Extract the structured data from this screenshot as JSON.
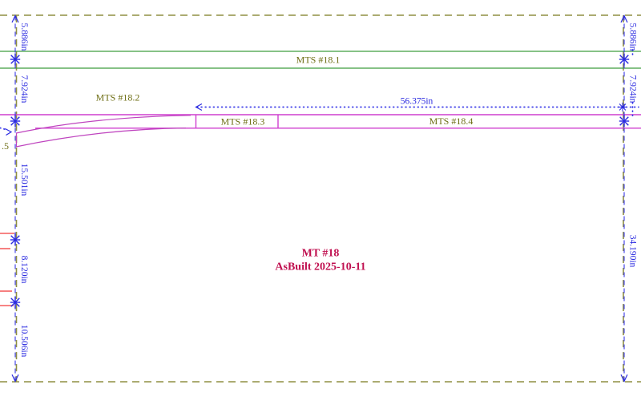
{
  "drawing": {
    "title": {
      "line1": "MT #18",
      "line2": "AsBuilt 2025-10-11"
    },
    "segments": {
      "s1": "MTS #18.1",
      "s2": "MTS #18.2",
      "s3": "MTS #18.3",
      "s4": "MTS #18.4"
    },
    "clipped_label": ".5",
    "dims": {
      "left": [
        "5.886in",
        "7.924in",
        "15.501in",
        "8.120in",
        "10.506in"
      ],
      "right": [
        "5.886in",
        "7.924in",
        "34.190in"
      ],
      "span": "56.375in"
    },
    "colors": {
      "frame_olive": "#8f8f42",
      "label_olive": "#6e6e14",
      "track_green": "#3f9e3f",
      "track_magenta": "#cf3fcf",
      "dimension_blue": "#2a2ae0",
      "mark_red": "#f23b3b",
      "title_crimson": "#c01050",
      "background": "#ffffff"
    }
  }
}
